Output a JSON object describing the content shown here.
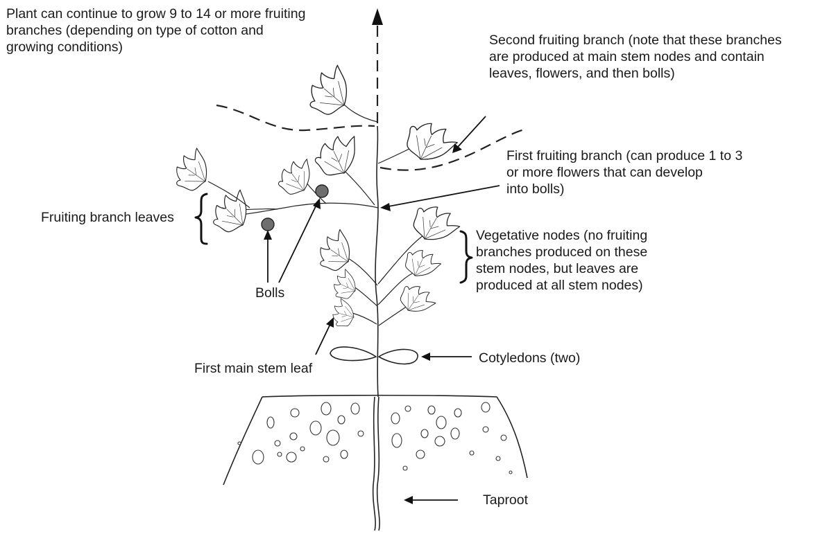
{
  "diagram": {
    "labels": {
      "top_growth": [
        "Plant can continue to grow 9 to 14 or more fruiting",
        "branches (depending on type of cotton and",
        "growing conditions)"
      ],
      "second_branch": [
        "Second fruiting branch (note that these branches",
        "are produced at main stem nodes and contain",
        "leaves, flowers, and then bolls)"
      ],
      "first_branch": [
        "First fruiting branch (can produce 1 to 3",
        "or more flowers that can develop",
        "into bolls)"
      ],
      "fruiting_leaves": "Fruiting branch leaves",
      "vegetative": [
        "Vegetative nodes (no fruiting",
        "branches produced on these",
        "stem nodes, but leaves are",
        "produced at all stem nodes)"
      ],
      "bolls": "Bolls",
      "first_leaf": "First main stem leaf",
      "cotyledons": "Cotyledons (two)",
      "taproot": "Taproot"
    }
  }
}
